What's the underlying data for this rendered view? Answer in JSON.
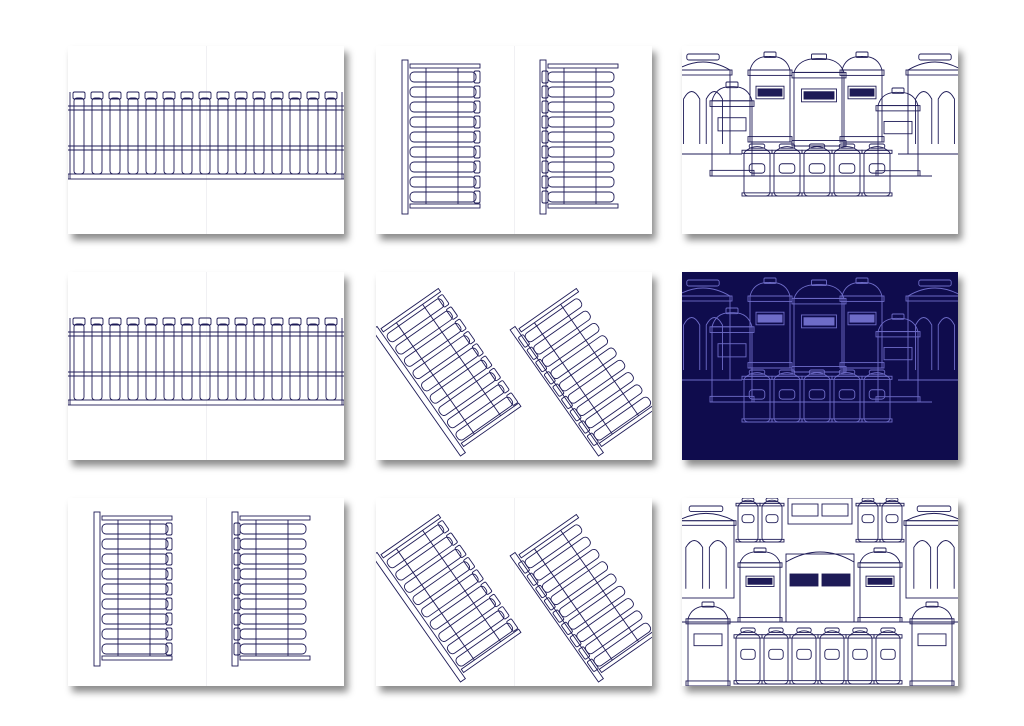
{
  "palette": {
    "ink": "#1e1b57",
    "ink_soft": "#3a3780",
    "navy_bg": "#0f0c4d",
    "navy_line": "#6e6cc8",
    "paper": "#ffffff"
  },
  "sheets": [
    {
      "name": "fence-front-a",
      "pattern": "fence-horizontal"
    },
    {
      "name": "rack-vertical-a",
      "pattern": "rack-vertical-pair"
    },
    {
      "name": "jars-scene-a",
      "pattern": "jars-scene"
    },
    {
      "name": "fence-front-b",
      "pattern": "fence-horizontal"
    },
    {
      "name": "rack-diagonal-a",
      "pattern": "rack-diagonal-pair"
    },
    {
      "name": "jars-scene-navy",
      "pattern": "jars-scene-inverted"
    },
    {
      "name": "rack-vertical-b",
      "pattern": "rack-vertical-pair"
    },
    {
      "name": "rack-diagonal-b",
      "pattern": "rack-diagonal-pair"
    },
    {
      "name": "jars-grid",
      "pattern": "jars-grid"
    }
  ]
}
